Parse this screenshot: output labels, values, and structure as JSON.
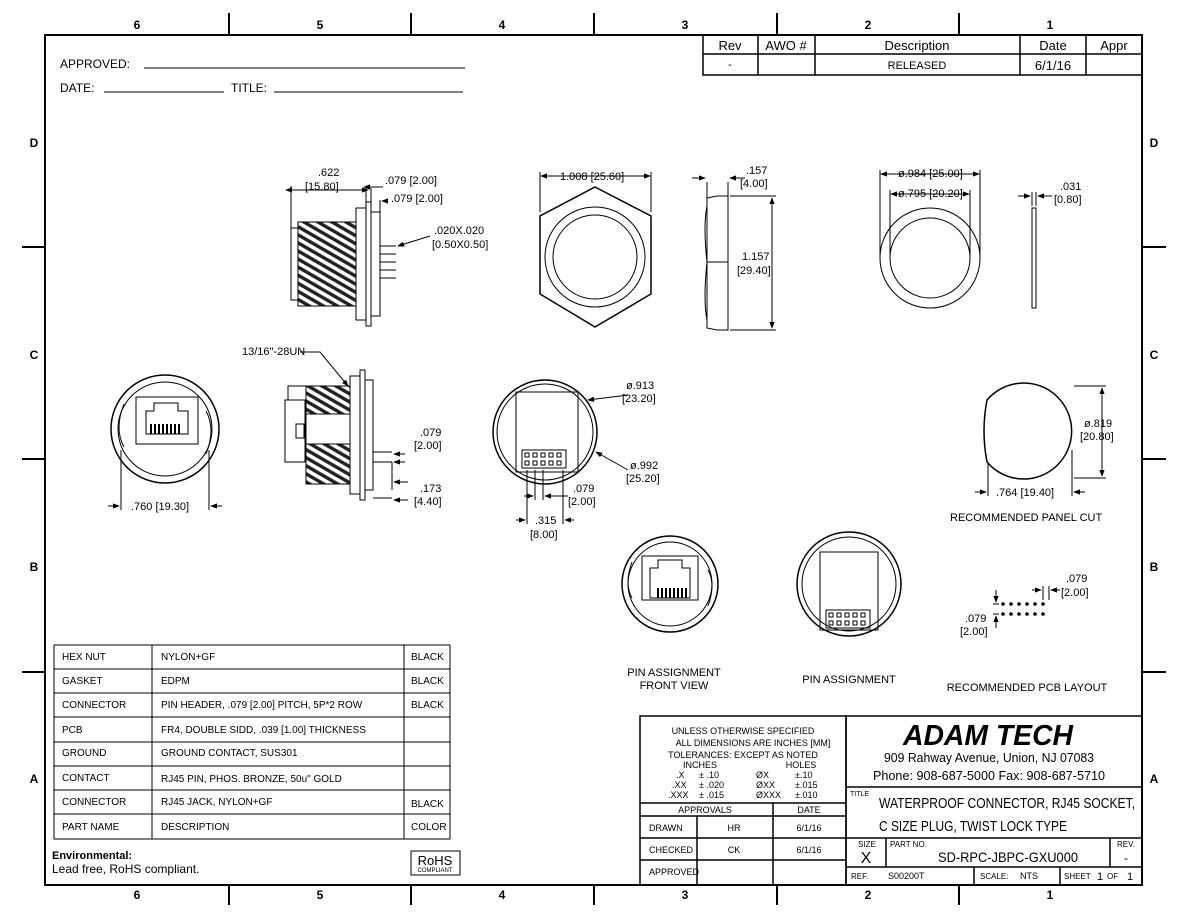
{
  "zones": {
    "columns": [
      "6",
      "5",
      "4",
      "3",
      "2",
      "1"
    ],
    "rows": [
      "D",
      "C",
      "B",
      "A"
    ]
  },
  "approval_fields": {
    "approved": "APPROVED:",
    "date": "DATE:",
    "title": "TITLE:"
  },
  "revision_block": {
    "headers": [
      "Rev",
      "AWO #",
      "Description",
      "Date",
      "Appr"
    ],
    "row": [
      "-",
      "",
      "RELEASED",
      "6/1/16",
      ""
    ]
  },
  "dimensions": {
    "side_top_622": ".622",
    "side_top_622_mm": "[15.80]",
    "side_079a": ".079 [2.00]",
    "side_079b": ".079 [2.00]",
    "pin_020": ".020X.020",
    "pin_020_mm": "[0.50X0.50]",
    "nut_1008": "1.008 [25.60]",
    "nut_157": ".157",
    "nut_157_mm": "[4.00]",
    "nut_1157": "1.157",
    "nut_1157_mm": "[29.40]",
    "gasket_984": "ø.984 [25.00]",
    "gasket_795": "ø.795 [20.20]",
    "gasket_031": ".031",
    "gasket_031_mm": "[0.80]",
    "thread": "13/16\"-28UN",
    "front_760": ".760 [19.30]",
    "side2_079": ".079",
    "side2_079_mm": "[2.00]",
    "side2_173": ".173",
    "side2_173_mm": "[4.40]",
    "rear_913": "ø.913",
    "rear_913_mm": "[23.20]",
    "rear_992": "ø.992",
    "rear_992_mm": "[25.20]",
    "rear_079": ".079",
    "rear_079_mm": "[2.00]",
    "rear_315": ".315",
    "rear_315_mm": "[8.00]",
    "cut_819": "ø.819",
    "cut_819_mm": "[20.80]",
    "cut_764": ".764 [19.40]",
    "pcb_079a": ".079",
    "pcb_079a_mm": "[2.00]",
    "pcb_079b": ".079",
    "pcb_079b_mm": "[2.00]"
  },
  "view_labels": {
    "panel_cut": "RECOMMENDED PANEL CUT",
    "pin_assign_front_1": "PIN ASSIGNMENT",
    "pin_assign_front_2": "FRONT VIEW",
    "pin_assign": "PIN ASSIGNMENT",
    "pcb_layout": "RECOMMENDED PCB LAYOUT"
  },
  "bom": [
    {
      "part": "HEX NUT",
      "desc": "NYLON+GF",
      "color": "BLACK"
    },
    {
      "part": "GASKET",
      "desc": "EDPM",
      "color": "BLACK"
    },
    {
      "part": "CONNECTOR",
      "desc": "PIN HEADER, .079 [2.00] PITCH, 5P*2 ROW",
      "color": "BLACK"
    },
    {
      "part": "PCB",
      "desc": "FR4, DOUBLE SIDD, .039 [1.00] THICKNESS",
      "color": ""
    },
    {
      "part": "GROUND",
      "desc": "GROUND CONTACT, SUS301",
      "color": ""
    },
    {
      "part": "CONTACT",
      "desc": "RJ45 PIN, PHOS. BRONZE, 50u\" GOLD",
      "color": ""
    },
    {
      "part": "CONNECTOR",
      "desc": "RJ45 JACK, NYLON+GF",
      "color": "BLACK"
    },
    {
      "part": "PART NAME",
      "desc": "DESCRIPTION",
      "color": "COLOR"
    }
  ],
  "environmental": {
    "label": "Environmental:",
    "text": "Lead free, RoHS compliant.",
    "rohs": "RoHS",
    "rohs_sub": "COMPLIANT"
  },
  "tolerances": {
    "line1": "UNLESS OTHERWISE SPECIFIED",
    "line2": "ALL DIMENSIONS ARE INCHES [MM]",
    "line3": "TOLERANCES: EXCEPT AS NOTED",
    "inches": "INCHES",
    "holes": "HOLES",
    "rows": [
      [
        ".X",
        "± .10",
        "ØX",
        "±.10"
      ],
      [
        ".XX",
        "± .020",
        "ØXX",
        "±.015"
      ],
      [
        ".XXX",
        "± .015",
        "ØXXX",
        "±.010"
      ]
    ]
  },
  "approvals": {
    "header": "APPROVALS",
    "date_header": "DATE",
    "rows": [
      {
        "role": "DRAWN",
        "name": "HR",
        "date": "6/1/16"
      },
      {
        "role": "CHECKED",
        "name": "CK",
        "date": "6/1/16"
      },
      {
        "role": "APPROVED",
        "name": "",
        "date": ""
      }
    ]
  },
  "company": {
    "name": "ADAM TECH",
    "address": "909 Rahway Avenue, Union, NJ 07083",
    "phone": "Phone: 908-687-5000 Fax: 908-687-5710"
  },
  "title_block": {
    "title_label": "TITLE",
    "title1": "WATERPROOF CONNECTOR, RJ45 SOCKET,",
    "title2": "C SIZE PLUG, TWIST LOCK TYPE",
    "size_label": "SIZE",
    "size": "X",
    "partno_label": "PART NO.",
    "partno": "SD-RPC-JBPC-GXU000",
    "rev_label": "REV.",
    "rev": "-",
    "ref_label": "REF.",
    "ref": "S00200T",
    "scale_label": "SCALE:",
    "scale": "NTS",
    "sheet_label": "SHEET",
    "sheet": "1",
    "of_label": "OF",
    "of": "1"
  }
}
